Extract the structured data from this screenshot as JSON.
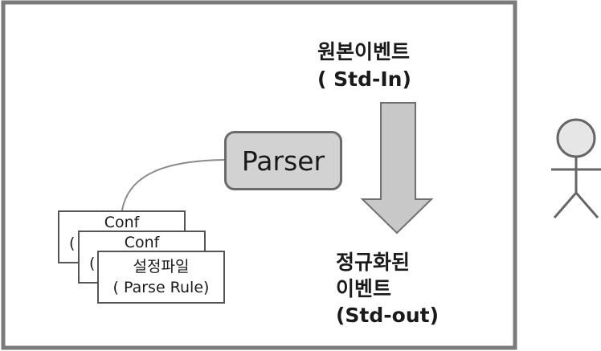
{
  "source_event": {
    "line1": "원본이벤트",
    "line2": "( Std-In)"
  },
  "parser": {
    "label": "Parser"
  },
  "config_files": [
    {
      "line1": "Conf",
      "line2": "("
    },
    {
      "line1": "Conf",
      "line2": "("
    },
    {
      "line1": "설정파일",
      "line2": "( Parse Rule)"
    }
  ],
  "normalized_event": {
    "line1": "정규화된",
    "line2": "이벤트",
    "line3": "(Std-out)"
  },
  "colors": {
    "arrow_fill": "#c8c8c8",
    "parser_fill": "#d2d2d2",
    "border": "#6a6a6a",
    "actor_head": "#e6e6e6"
  }
}
